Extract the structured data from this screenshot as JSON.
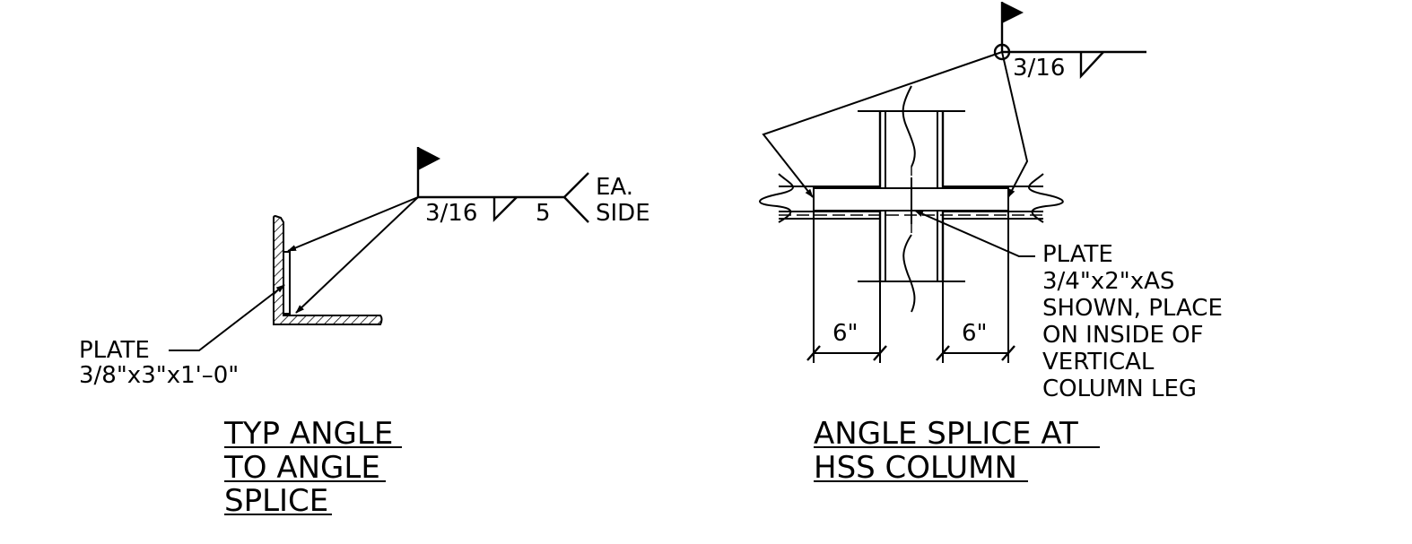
{
  "detail_left": {
    "weld_size": "3/16",
    "weld_length": "5",
    "ea": "EA.",
    "side": "SIDE",
    "plate_label": "PLATE",
    "plate_size": "3/8\"x3\"x1'–0\"",
    "title_lines": [
      "TYP ANGLE",
      "TO ANGLE",
      "SPLICE"
    ]
  },
  "detail_right": {
    "weld_size": "3/16",
    "dim_left": "6\"",
    "dim_right": "6\"",
    "note_lines": [
      "PLATE",
      "3/4\"x2\"xAS",
      "SHOWN, PLACE",
      "ON INSIDE OF",
      "VERTICAL",
      "COLUMN LEG"
    ],
    "title_lines": [
      "ANGLE SPLICE AT",
      "HSS COLUMN"
    ]
  },
  "icons": {
    "field_weld_flag": "field-weld-flag-icon",
    "weld_all_around": "weld-all-around-icon"
  }
}
